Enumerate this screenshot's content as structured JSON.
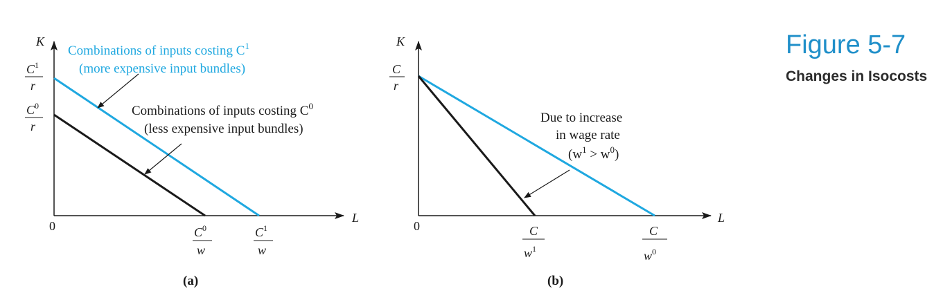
{
  "figure": {
    "number": "Figure 5-7",
    "title": "Changes in Isocosts",
    "title_color": "#1f8fc9"
  },
  "colors": {
    "blue_line": "#1fa8e0",
    "black_line": "#1a1a1a",
    "blue_text": "#1fa8e0"
  },
  "panel_a": {
    "caption": "(a)",
    "y_axis": "K",
    "x_axis": "L",
    "origin": "0",
    "y_tick_1": {
      "num": "C",
      "sup": "1",
      "den": "r"
    },
    "y_tick_0": {
      "num": "C",
      "sup": "0",
      "den": "r"
    },
    "x_tick_0": {
      "num": "C",
      "sup": "0",
      "den": "w"
    },
    "x_tick_1": {
      "num": "C",
      "sup": "1",
      "den": "w"
    },
    "blue_label_line1": "Combinations of inputs costing C",
    "blue_label_sup": "1",
    "blue_label_line2": "(more expensive input bundles)",
    "black_label_line1": "Combinations of inputs costing C",
    "black_label_sup": "0",
    "black_label_line2": "(less expensive input bundles)"
  },
  "panel_b": {
    "caption": "(b)",
    "y_axis": "K",
    "x_axis": "L",
    "origin": "0",
    "y_tick": {
      "num": "C",
      "den": "r"
    },
    "x_tick_1": {
      "num": "C",
      "den": "w",
      "sup": "1"
    },
    "x_tick_0": {
      "num": "C",
      "den": "w",
      "sup": "0"
    },
    "annotation_line1": "Due to increase",
    "annotation_line2": "in wage rate",
    "annotation_line3_a": "(w",
    "annotation_line3_sup1": "1",
    "annotation_line3_b": " > w",
    "annotation_line3_sup0": "0",
    "annotation_line3_c": ")"
  }
}
